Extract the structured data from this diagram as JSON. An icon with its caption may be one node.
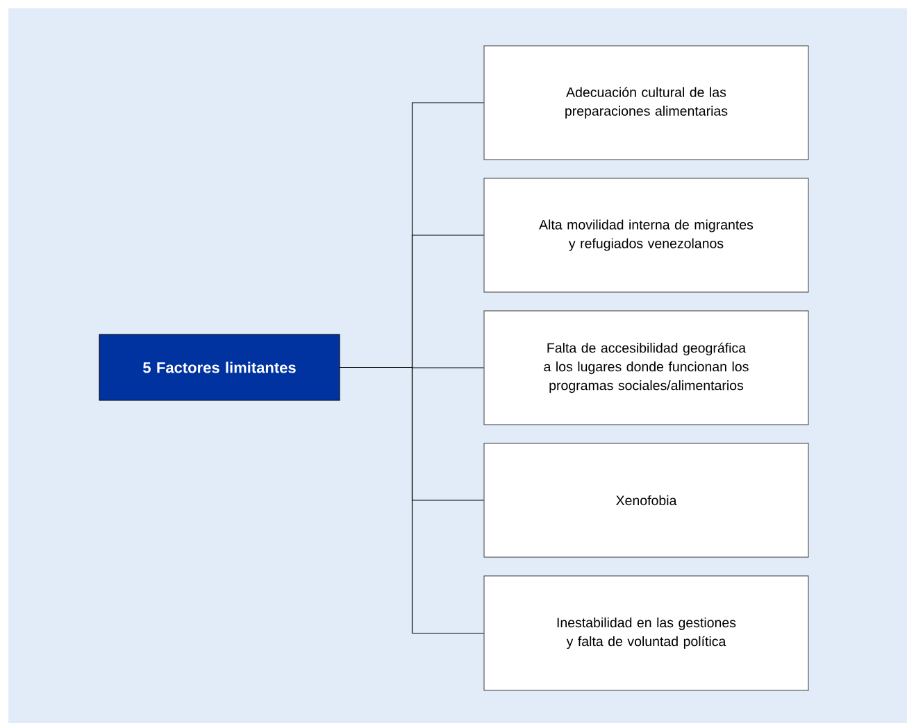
{
  "diagram": {
    "nodes": [
      {
        "text": [
          "5 Factores limitantes"
        ]
      },
      {
        "text": [
          "Adecuación cultural de las preparaciones alimentarias"
        ]
      },
      {
        "text": [
          "Alta movilidad interna de migrantes y refugiados venezolanos"
        ]
      },
      {
        "text": [
          "Falta de accesibilidad geográfica a los lugares donde funcionan los programas sociales/alimentarios"
        ]
      },
      {
        "text": [
          "Xenofobia"
        ]
      },
      {
        "text": [
          "Inestabilidad en las gestiones y falta de voluntad política"
        ]
      }
    ],
    "edges": [
      {
        "from": 0,
        "to": 1,
        "arrow": "none"
      },
      {
        "from": 0,
        "to": 2,
        "arrow": "none"
      },
      {
        "from": 0,
        "to": 3,
        "arrow": "none"
      },
      {
        "from": 0,
        "to": 4,
        "arrow": "none"
      },
      {
        "from": 0,
        "to": 5,
        "arrow": "none"
      }
    ]
  }
}
